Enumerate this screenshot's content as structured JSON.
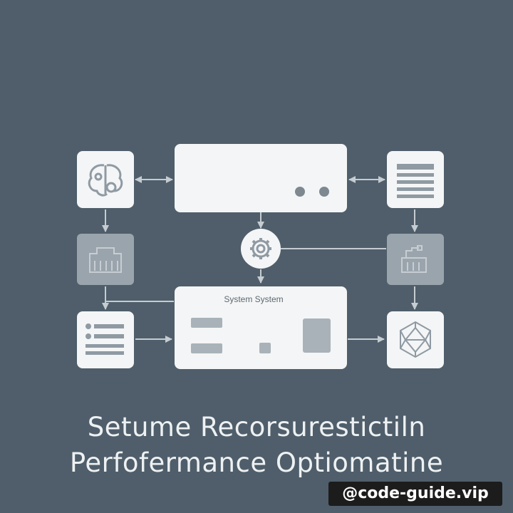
{
  "diagram": {
    "center_panel_label": "System System"
  },
  "title": {
    "line1": "Setume  Recorsurestictiln",
    "line2": "Perfofermance  Optiomatine"
  },
  "watermark": "@code-guide.vip",
  "colors": {
    "background": "#4f5e6a",
    "box_light": "#f4f5f6",
    "box_muted": "#9aa4ac",
    "connector": "#c5ccd2",
    "icon": "#8f9aa3",
    "title_text": "#eef1f3",
    "watermark_bg": "#1c1c1c"
  },
  "icons": [
    "brain-gear-icon",
    "document-lines-icon",
    "server-rack-icon",
    "gear-icon",
    "factory-icon",
    "bullet-list-icon",
    "geometric-crystal-icon"
  ]
}
